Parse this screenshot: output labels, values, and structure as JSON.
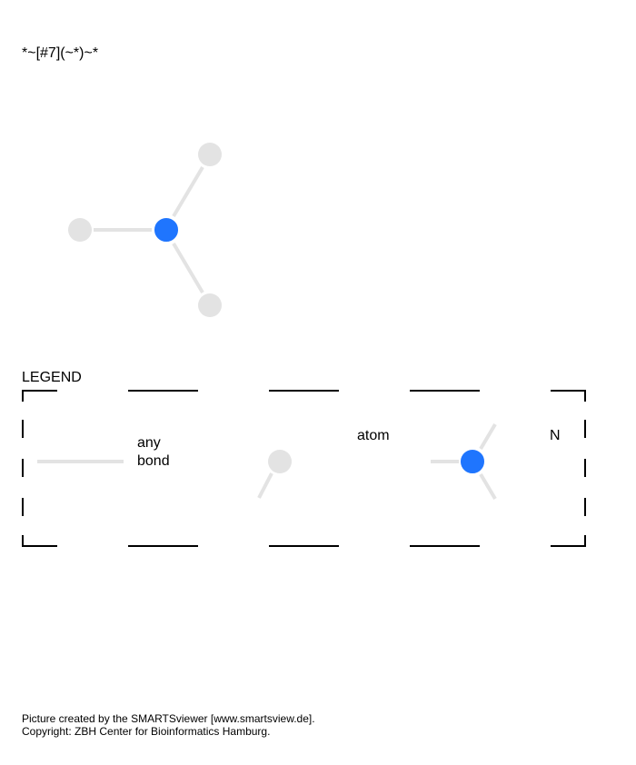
{
  "smarts_pattern": "*~[#7](~*)~*",
  "legend": {
    "title": "LEGEND",
    "bond_label_line1": "any",
    "bond_label_line2": "bond",
    "atom_label": "atom",
    "nitrogen_label": "N"
  },
  "footer": {
    "line1": "Picture created by the SMARTSviewer [www.smartsview.de].",
    "line2": "Copyright: ZBH Center for Bioinformatics Hamburg."
  },
  "colors": {
    "any_atom": "#e3e3e3",
    "bond": "#e3e3e3",
    "nitrogen": "#1f75fe",
    "border": "#000000"
  }
}
